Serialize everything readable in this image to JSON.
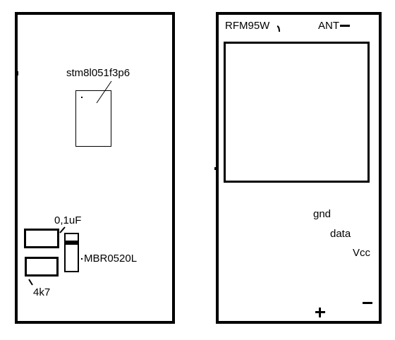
{
  "left_board": {
    "mcu_label": "stm8l051f3p6",
    "capacitor_label": "0,1uF",
    "diode_label": "MBR0520L",
    "resistor_label": "4k7"
  },
  "right_board": {
    "module_label": "RFM95W",
    "antenna_label": "ANT",
    "pins": {
      "gnd": "gnd",
      "data": "data",
      "vcc": "Vcc"
    },
    "plus_symbol": "+",
    "minus_symbol": "–"
  }
}
